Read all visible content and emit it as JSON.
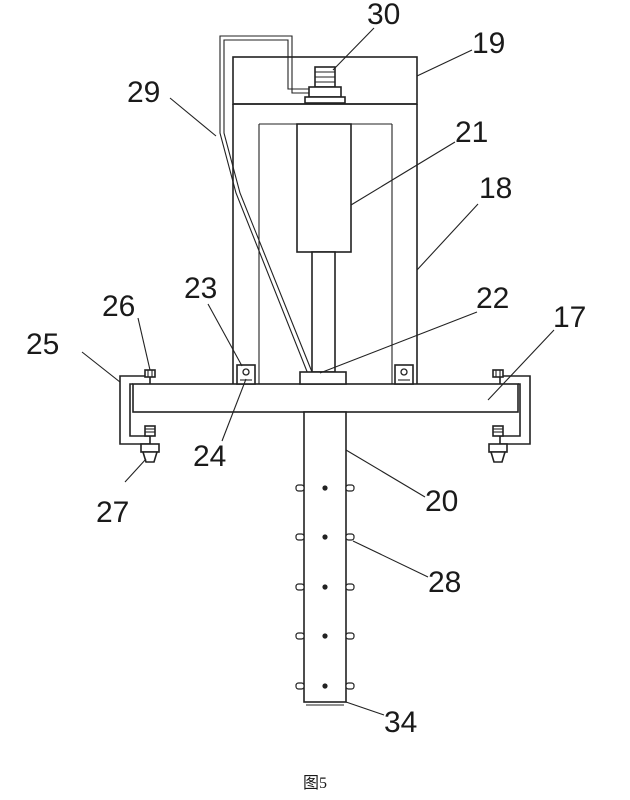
{
  "figure": {
    "caption": "图5",
    "labels": {
      "l30": "30",
      "l19": "19",
      "l29": "29",
      "l21": "21",
      "l18": "18",
      "l23": "23",
      "l26": "26",
      "l22": "22",
      "l17": "17",
      "l25": "25",
      "l24": "24",
      "l27": "27",
      "l20": "20",
      "l28": "28",
      "l34": "34"
    }
  },
  "colors": {
    "line": "#222222",
    "background": "#ffffff"
  }
}
